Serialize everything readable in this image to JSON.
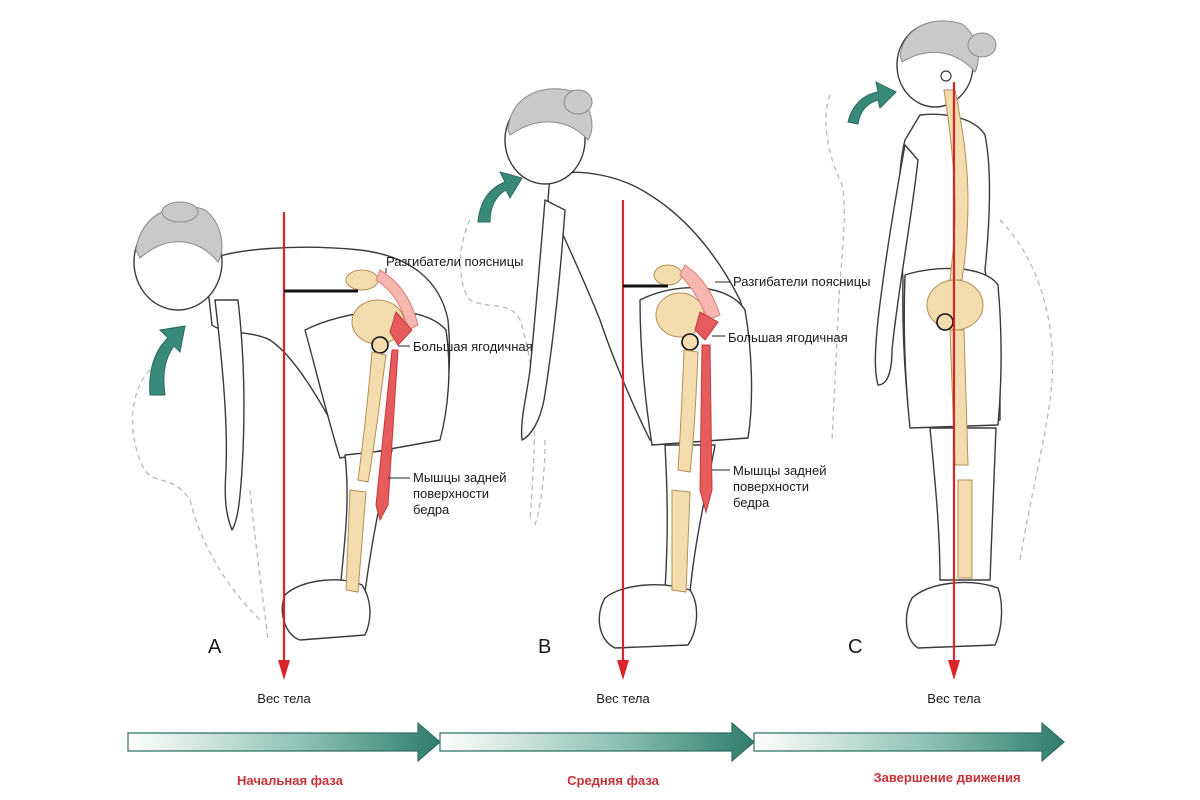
{
  "panels": [
    {
      "letter": "A",
      "weight_label": "Вес тела",
      "labels": {
        "extensors": "Разгибатели поясницы",
        "glute": "Большая ягодичная",
        "hamstring_line1": "Мышцы задней",
        "hamstring_line2": "поверхности",
        "hamstring_line3": "бедра"
      }
    },
    {
      "letter": "B",
      "weight_label": "Вес тела",
      "labels": {
        "extensors": "Разгибатели поясницы",
        "glute": "Большая ягодичная",
        "hamstring_line1": "Мышцы задней",
        "hamstring_line2": "поверхности",
        "hamstring_line3": "бедра"
      }
    },
    {
      "letter": "C",
      "weight_label": "Вес тела"
    }
  ],
  "phases": [
    {
      "label": "Начальная фаза"
    },
    {
      "label": "Средняя фаза"
    },
    {
      "label": "Завершение движения"
    }
  ],
  "colors": {
    "gravity": "#d9252a",
    "phase_text": "#c8303a",
    "arrow_teal": "#3a8a7a",
    "bone": "#f3dcae",
    "muscle": "#e65b5b"
  }
}
